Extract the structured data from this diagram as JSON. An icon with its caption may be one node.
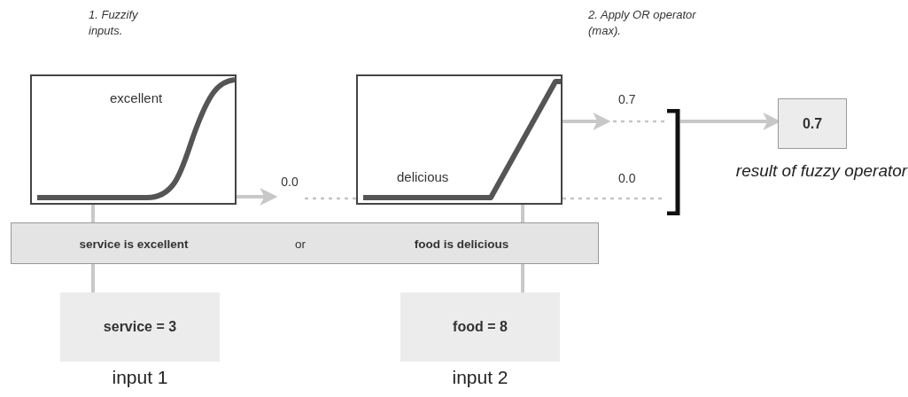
{
  "diagram": {
    "nodes": [
      {
        "text": [
          "excellent"
        ]
      },
      {
        "text": [
          "delicious"
        ]
      },
      {
        "text": [
          "service is excellent",
          "or",
          "food is delicious"
        ]
      },
      {
        "text": [
          "service = 3"
        ],
        "beside": [
          "input 1"
        ]
      },
      {
        "text": [
          "food = 8"
        ],
        "beside": [
          "input 2"
        ]
      },
      {
        "text": [
          "0.7"
        ],
        "beside": [
          "result of fuzzy operator"
        ]
      },
      {
        "text": [],
        "shape": "bracket"
      },
      {
        "text": [
          "0.0"
        ]
      }
    ],
    "edges": [
      {
        "from": 3,
        "to": 2,
        "arrow": "none"
      },
      {
        "from": 2,
        "to": 0,
        "arrow": "none"
      },
      {
        "from": 4,
        "to": 2,
        "arrow": "none"
      },
      {
        "from": 2,
        "to": 1,
        "arrow": "none"
      },
      {
        "from": 0,
        "to": 7,
        "arrow": "to"
      },
      {
        "from": 1,
        "to": null,
        "arrow": "to"
      },
      {
        "from": null,
        "to": 6,
        "arrow": "none",
        "style": "dashed"
      },
      {
        "from": 7,
        "to": 1,
        "arrow": "none",
        "style": "dashed"
      },
      {
        "from": 1,
        "to": 6,
        "arrow": "none",
        "style": "dashed"
      },
      {
        "from": 6,
        "to": 5,
        "arrow": "to"
      }
    ],
    "labels": [
      "1. Fuzzify inputs.",
      "2. Apply OR operator (max).",
      "0.7",
      "0.0"
    ]
  }
}
